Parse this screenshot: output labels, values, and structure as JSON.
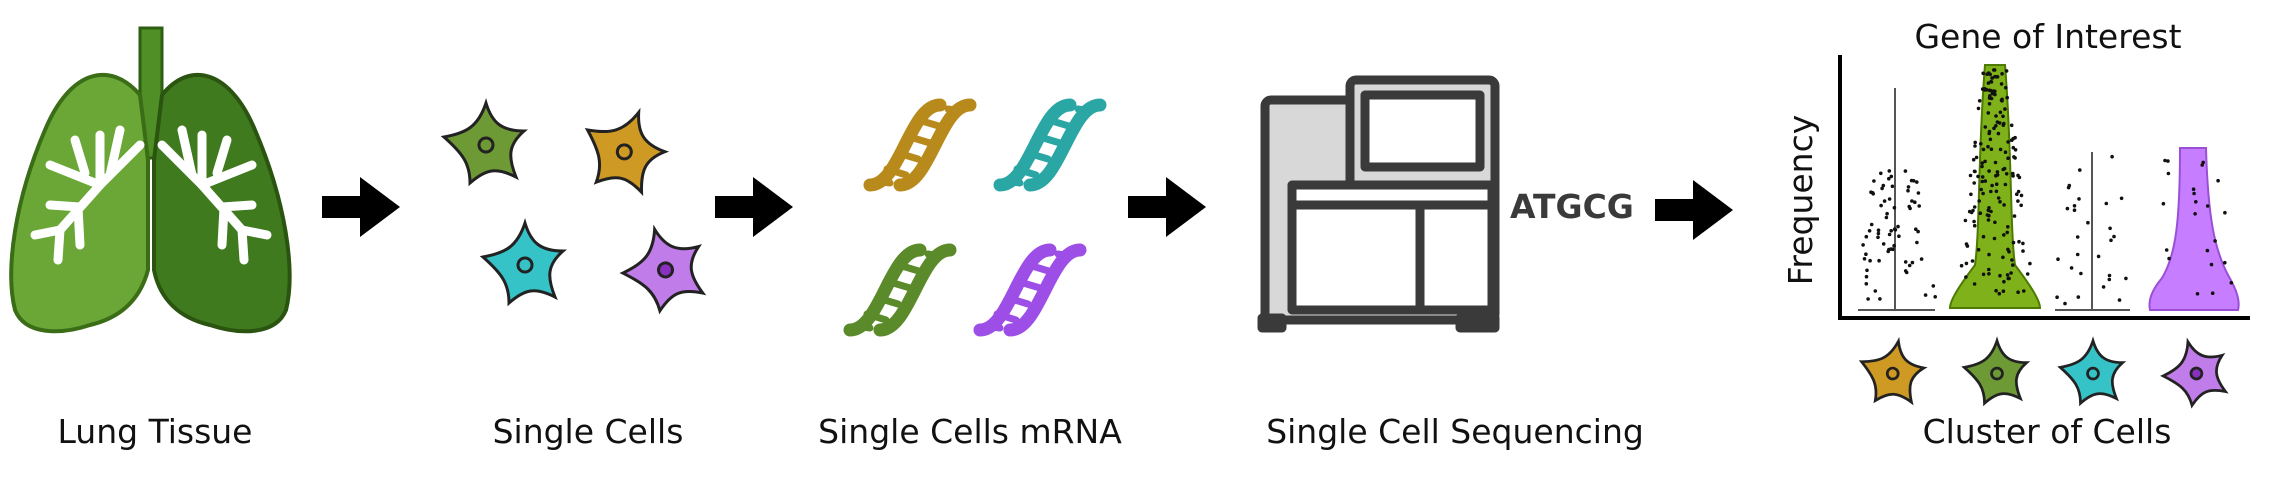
{
  "steps": [
    {
      "label": "Lung Tissue"
    },
    {
      "label": "Single Cells"
    },
    {
      "label": "Single Cells mRNA"
    },
    {
      "label": "Single Cell Sequencing"
    },
    {
      "label": "Cluster of Cells"
    }
  ],
  "sequence_text": "ATGCG",
  "plot": {
    "title": "Gene of Interest",
    "ylabel": "Frequency"
  },
  "colors": {
    "lung_light": "#6aa736",
    "lung_dark": "#3f7a1f",
    "cell_green": "#6e9a36",
    "cell_gold": "#cf9a24",
    "cell_teal": "#35c3c8",
    "cell_violet": "#c07ce8",
    "dna_gold": "#b88a1c",
    "dna_teal": "#2aa6a4",
    "dna_green": "#5b8a2a",
    "dna_violet": "#9d4ee6",
    "violin_green": "#7fb21a",
    "violin_violet": "#c77dff",
    "arrow": "#000000",
    "machine_fill": "#d8d8d8",
    "machine_stroke": "#3a3a3a"
  },
  "icons": [
    "lung-icon",
    "cell-icon",
    "dna-icon",
    "sequencer-icon",
    "arrow-icon",
    "violin-plot"
  ]
}
